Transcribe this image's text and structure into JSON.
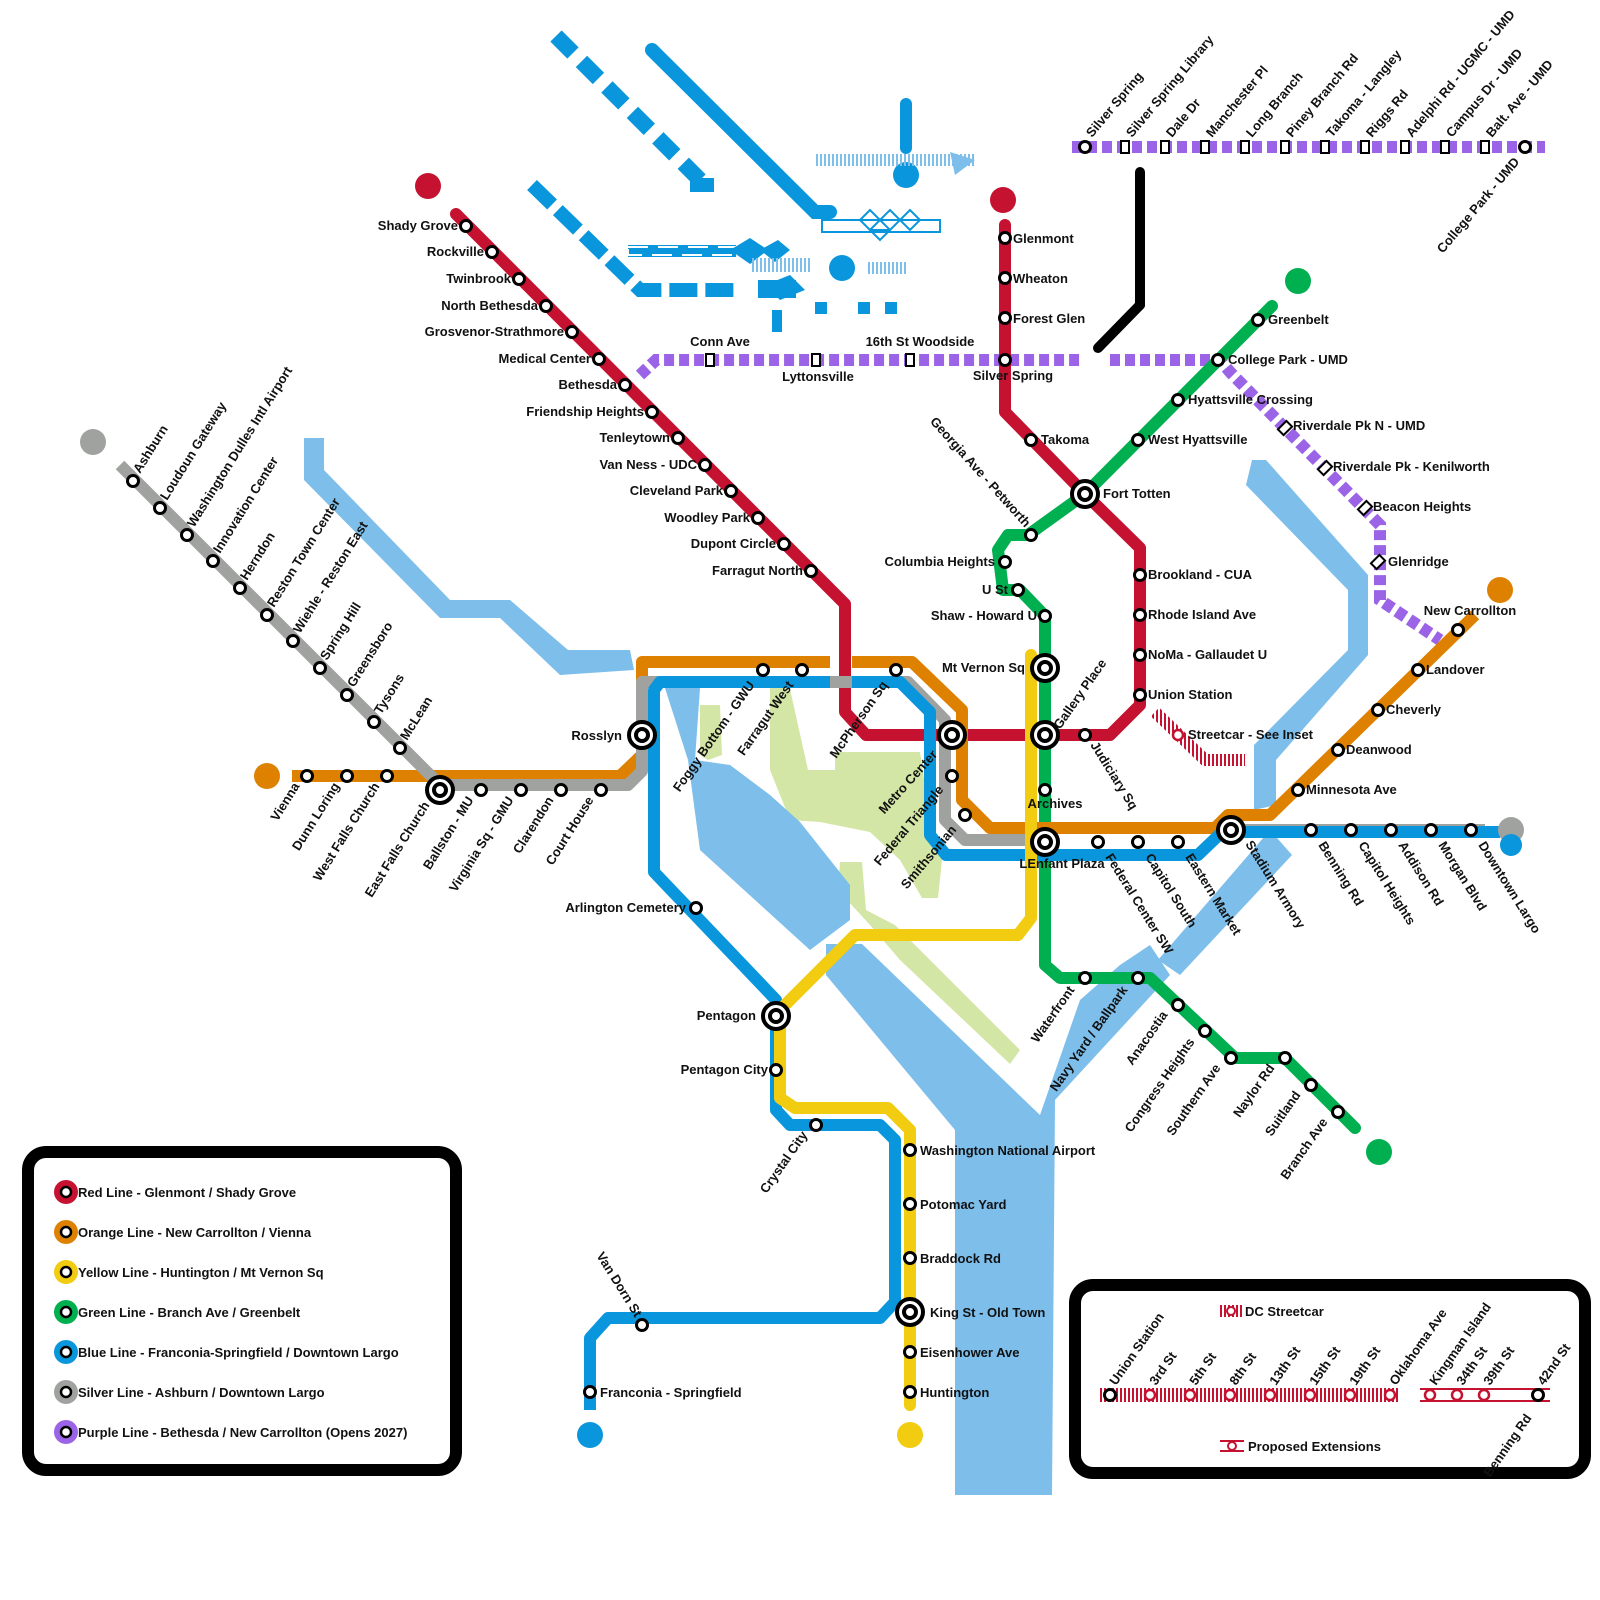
{
  "colors": {
    "red": "#C41230",
    "orange": "#DE8100",
    "yellow": "#F2CC10",
    "green": "#00AF4F",
    "blue": "#0A96DC",
    "silver": "#A0A2A0",
    "purple": "#9B64E6",
    "water": "#7DBEEB",
    "park": "#D4E6A5",
    "black": "#000000"
  },
  "legend": {
    "lines": [
      {
        "key": "red",
        "label": "Red Line - Glenmont / Shady Grove"
      },
      {
        "key": "orange",
        "label": "Orange Line - New Carrollton / Vienna"
      },
      {
        "key": "yellow",
        "label": "Yellow Line - Huntington / Mt Vernon Sq"
      },
      {
        "key": "green",
        "label": "Green Line - Branch Ave / Greenbelt"
      },
      {
        "key": "blue",
        "label": "Blue Line - Franconia-Springfield / Downtown Largo"
      },
      {
        "key": "silver",
        "label": "Silver Line - Ashburn / Downtown Largo"
      },
      {
        "key": "purple",
        "label": "Purple Line - Bethesda / New Carrollton (Opens 2027)"
      }
    ]
  },
  "streetcar": {
    "title": "DC Streetcar",
    "proposed": "Proposed Extensions",
    "stops": [
      "Union Station",
      "3rd St",
      "5th St",
      "8th St",
      "13th St",
      "15th St",
      "19th St",
      "Oklahoma Ave",
      "Kingman Island",
      "34th St",
      "39th St",
      "42nd St",
      "Benning Rd"
    ]
  },
  "stations": {
    "red": [
      "Shady Grove",
      "Rockville",
      "Twinbrook",
      "North Bethesda",
      "Grosvenor-Strathmore",
      "Medical Center",
      "Bethesda",
      "Friendship Heights",
      "Tenleytown",
      "Van Ness - UDC",
      "Cleveland Park",
      "Woodley Park",
      "Dupont Circle",
      "Farragut North",
      "Glenmont",
      "Wheaton",
      "Forest Glen",
      "Silver Spring",
      "Takoma",
      "Fort Totten",
      "Brookland - CUA",
      "Rhode Island Ave",
      "NoMa - Gallaudet U",
      "Union Station",
      "Judiciary Sq",
      "Gallery Place",
      "Metro Center"
    ],
    "orange_silver": [
      "Ashburn",
      "Loudoun Gateway",
      "Washington Dulles Intl Airport",
      "Innovation Center",
      "Herndon",
      "Reston Town Center",
      "Wiehle - Reston East",
      "Spring Hill",
      "Greensboro",
      "Tysons",
      "McLean",
      "Vienna",
      "Dunn Loring",
      "West Falls Church",
      "East Falls Church",
      "Ballston - MU",
      "Virginia Sq - GMU",
      "Clarendon",
      "Court House",
      "Rosslyn",
      "Foggy Bottom - GWU",
      "Farragut West",
      "McPherson Sq",
      "Federal Triangle",
      "Smithsonian",
      "LEnfant Plaza",
      "Federal Center SW",
      "Capitol South",
      "Eastern Market",
      "Stadium Armory",
      "Minnesota Ave",
      "Deanwood",
      "Cheverly",
      "Landover",
      "New Carrollton",
      "Benning Rd",
      "Capitol Heights",
      "Addison Rd",
      "Morgan Blvd",
      "Downtown Largo"
    ],
    "blue_yellow": [
      "Arlington Cemetery",
      "Pentagon",
      "Pentagon City",
      "Crystal City",
      "Washington National Airport",
      "Potomac Yard",
      "Braddock Rd",
      "King St - Old Town",
      "Eisenhower Ave",
      "Huntington",
      "Van Dorn St",
      "Franconia - Springfield"
    ],
    "green": [
      "Greenbelt",
      "College Park - UMD",
      "Hyattsville Crossing",
      "West Hyattsville",
      "Georgia Ave - Petworth",
      "Columbia Heights",
      "U St",
      "Shaw - Howard U",
      "Mt Vernon Sq",
      "Archives",
      "Waterfront",
      "Navy Yard / Ballpark",
      "Anacostia",
      "Congress Heights",
      "Southern Ave",
      "Naylor Rd",
      "Suitland",
      "Branch Ave"
    ],
    "purple": [
      "Silver Spring",
      "Silver Spring Library",
      "Dale Dr",
      "Manchester Pl",
      "Long Branch",
      "Piney Branch Rd",
      "Takoma - Langley",
      "Riggs Rd",
      "Adelphi Rd - UGMC - UMD",
      "Campus Dr - UMD",
      "Balt. Ave - UMD",
      "College Park - UMD",
      "Conn Ave",
      "Lyttonsville",
      "16th St Woodside",
      "Riverdale Pk N - UMD",
      "Riverdale Pk - Kenilworth",
      "Beacon Heights",
      "Glenridge"
    ],
    "other": [
      "Streetcar - See Inset"
    ]
  }
}
